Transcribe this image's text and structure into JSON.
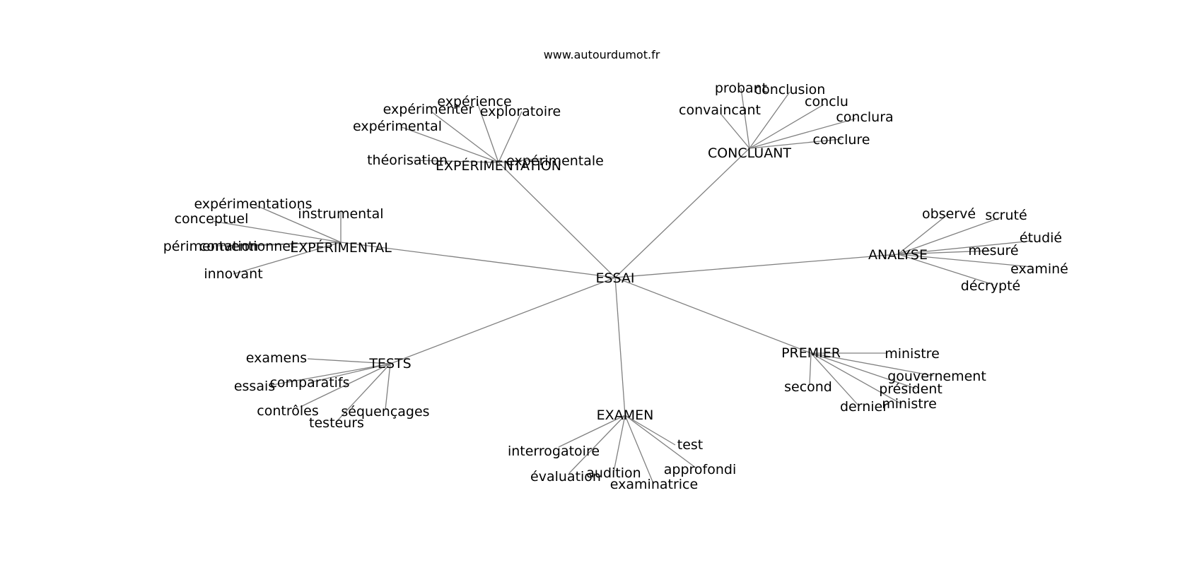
{
  "site": "www.autourdumot.fr",
  "center": "ESSAI",
  "hubs": [
    {
      "word": "EXPÉRIMENTATION",
      "leaves": [
        "expérience",
        "expérimenter",
        "exploratoire",
        "expérimental",
        "théorisation",
        "expérimentale"
      ]
    },
    {
      "word": "CONCLUANT",
      "leaves": [
        "probant",
        "conclusion",
        "convaincant",
        "conclu",
        "conclura",
        "conclure"
      ]
    },
    {
      "word": "EXPÉRIMENTAL",
      "leaves": [
        "expérimentations",
        "instrumental",
        "conceptuel",
        "périmentation",
        "conventionnel",
        "innovant"
      ]
    },
    {
      "word": "ANALYSE",
      "leaves": [
        "observé",
        "scruté",
        "étudié",
        "mesuré",
        "examiné",
        "décrypté"
      ]
    },
    {
      "word": "TESTS",
      "leaves": [
        "examens",
        "essais",
        "comparatifs",
        "contrôles",
        "séquençages",
        "testeurs"
      ]
    },
    {
      "word": "PREMIER",
      "leaves": [
        "ministre",
        "gouvernement",
        "second",
        "président",
        "dernier",
        "ministre"
      ]
    },
    {
      "word": "EXAMEN",
      "leaves": [
        "interrogatoire",
        "test",
        "approfondi",
        "évaluation",
        "audition",
        "examinatrice"
      ]
    }
  ]
}
